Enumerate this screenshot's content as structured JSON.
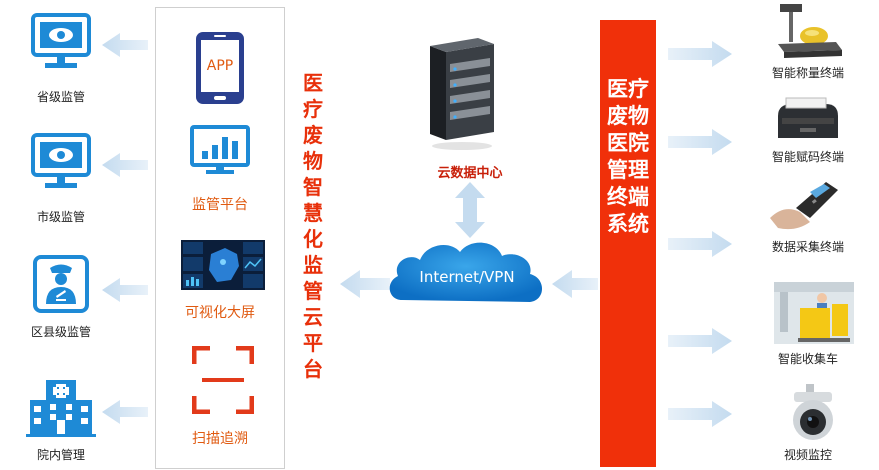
{
  "left_column": [
    {
      "label": "省级监管",
      "icon": "monitor-eye-icon"
    },
    {
      "label": "市级监管",
      "icon": "monitor-eye-icon"
    },
    {
      "label": "区县级监管",
      "icon": "officer-badge-icon"
    },
    {
      "label": "院内管理",
      "icon": "hospital-icon"
    }
  ],
  "platform_items": [
    {
      "label": "APP",
      "icon": "phone-icon"
    },
    {
      "label": "监管平台",
      "icon": "bar-chart-monitor-icon"
    },
    {
      "label": "可视化大屏",
      "icon": "dashboard-screen-icon"
    },
    {
      "label": "扫描追溯",
      "icon": "scan-frame-icon"
    }
  ],
  "cloud_platform_title": "医疗废物智慧化监管云平台",
  "data_center_label": "云数据中心",
  "network_label": "Internet/VPN",
  "terminal_system_title": "医疗废物医院管理终端系统",
  "terminals": [
    {
      "label": "智能称量终端",
      "icon": "scale-icon"
    },
    {
      "label": "智能赋码终端",
      "icon": "label-printer-icon"
    },
    {
      "label": "数据采集终端",
      "icon": "handheld-scanner-icon"
    },
    {
      "label": "智能收集车",
      "icon": "collection-cart-icon"
    },
    {
      "label": "视频监控",
      "icon": "dome-camera-icon"
    }
  ],
  "colors": {
    "accent_red": "#f0300a",
    "orange_text": "#e05a10",
    "icon_blue": "#1e8ad6",
    "arrow_blue": "#c7ddef"
  }
}
